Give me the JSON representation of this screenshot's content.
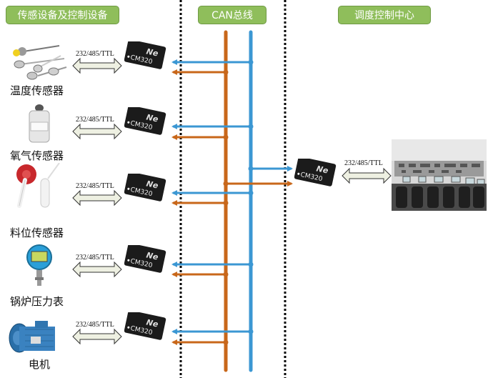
{
  "headers": {
    "left": "传感设备及控制设备",
    "center": "CAN总线",
    "right": "调度控制中心"
  },
  "protocol_label": "232/485/TTL",
  "module": {
    "model": "CM320",
    "logo": "Ne"
  },
  "devices": [
    {
      "name": "温度传感器",
      "icon": "temperature-sensor-icon"
    },
    {
      "name": "氧气传感器",
      "icon": "oxygen-sensor-icon"
    },
    {
      "name": "料位传感器",
      "icon": "level-sensor-icon"
    },
    {
      "name": "锅炉压力表",
      "icon": "pressure-gauge-icon"
    },
    {
      "name": "电机",
      "icon": "motor-icon"
    }
  ],
  "control_center": {
    "image": "control-room-photo"
  },
  "colors": {
    "header_green": "#8fbe5b",
    "bus_orange": "#c8671a",
    "bus_blue": "#3b97d3"
  }
}
